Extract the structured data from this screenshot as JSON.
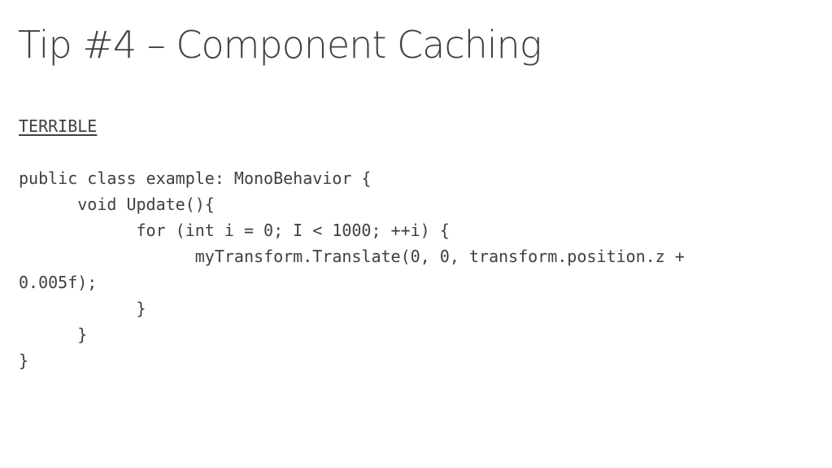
{
  "slide": {
    "title": "Tip #4 – Component Caching",
    "label": "TERRIBLE",
    "code_lines": [
      "public class example: MonoBehavior {",
      "      void Update(){",
      "            for (int i = 0; I < 1000; ++i) {",
      "                  myTransform.Translate(0, 0, transform.position.z +",
      "0.005f);",
      "            }",
      "      }",
      "}"
    ]
  }
}
